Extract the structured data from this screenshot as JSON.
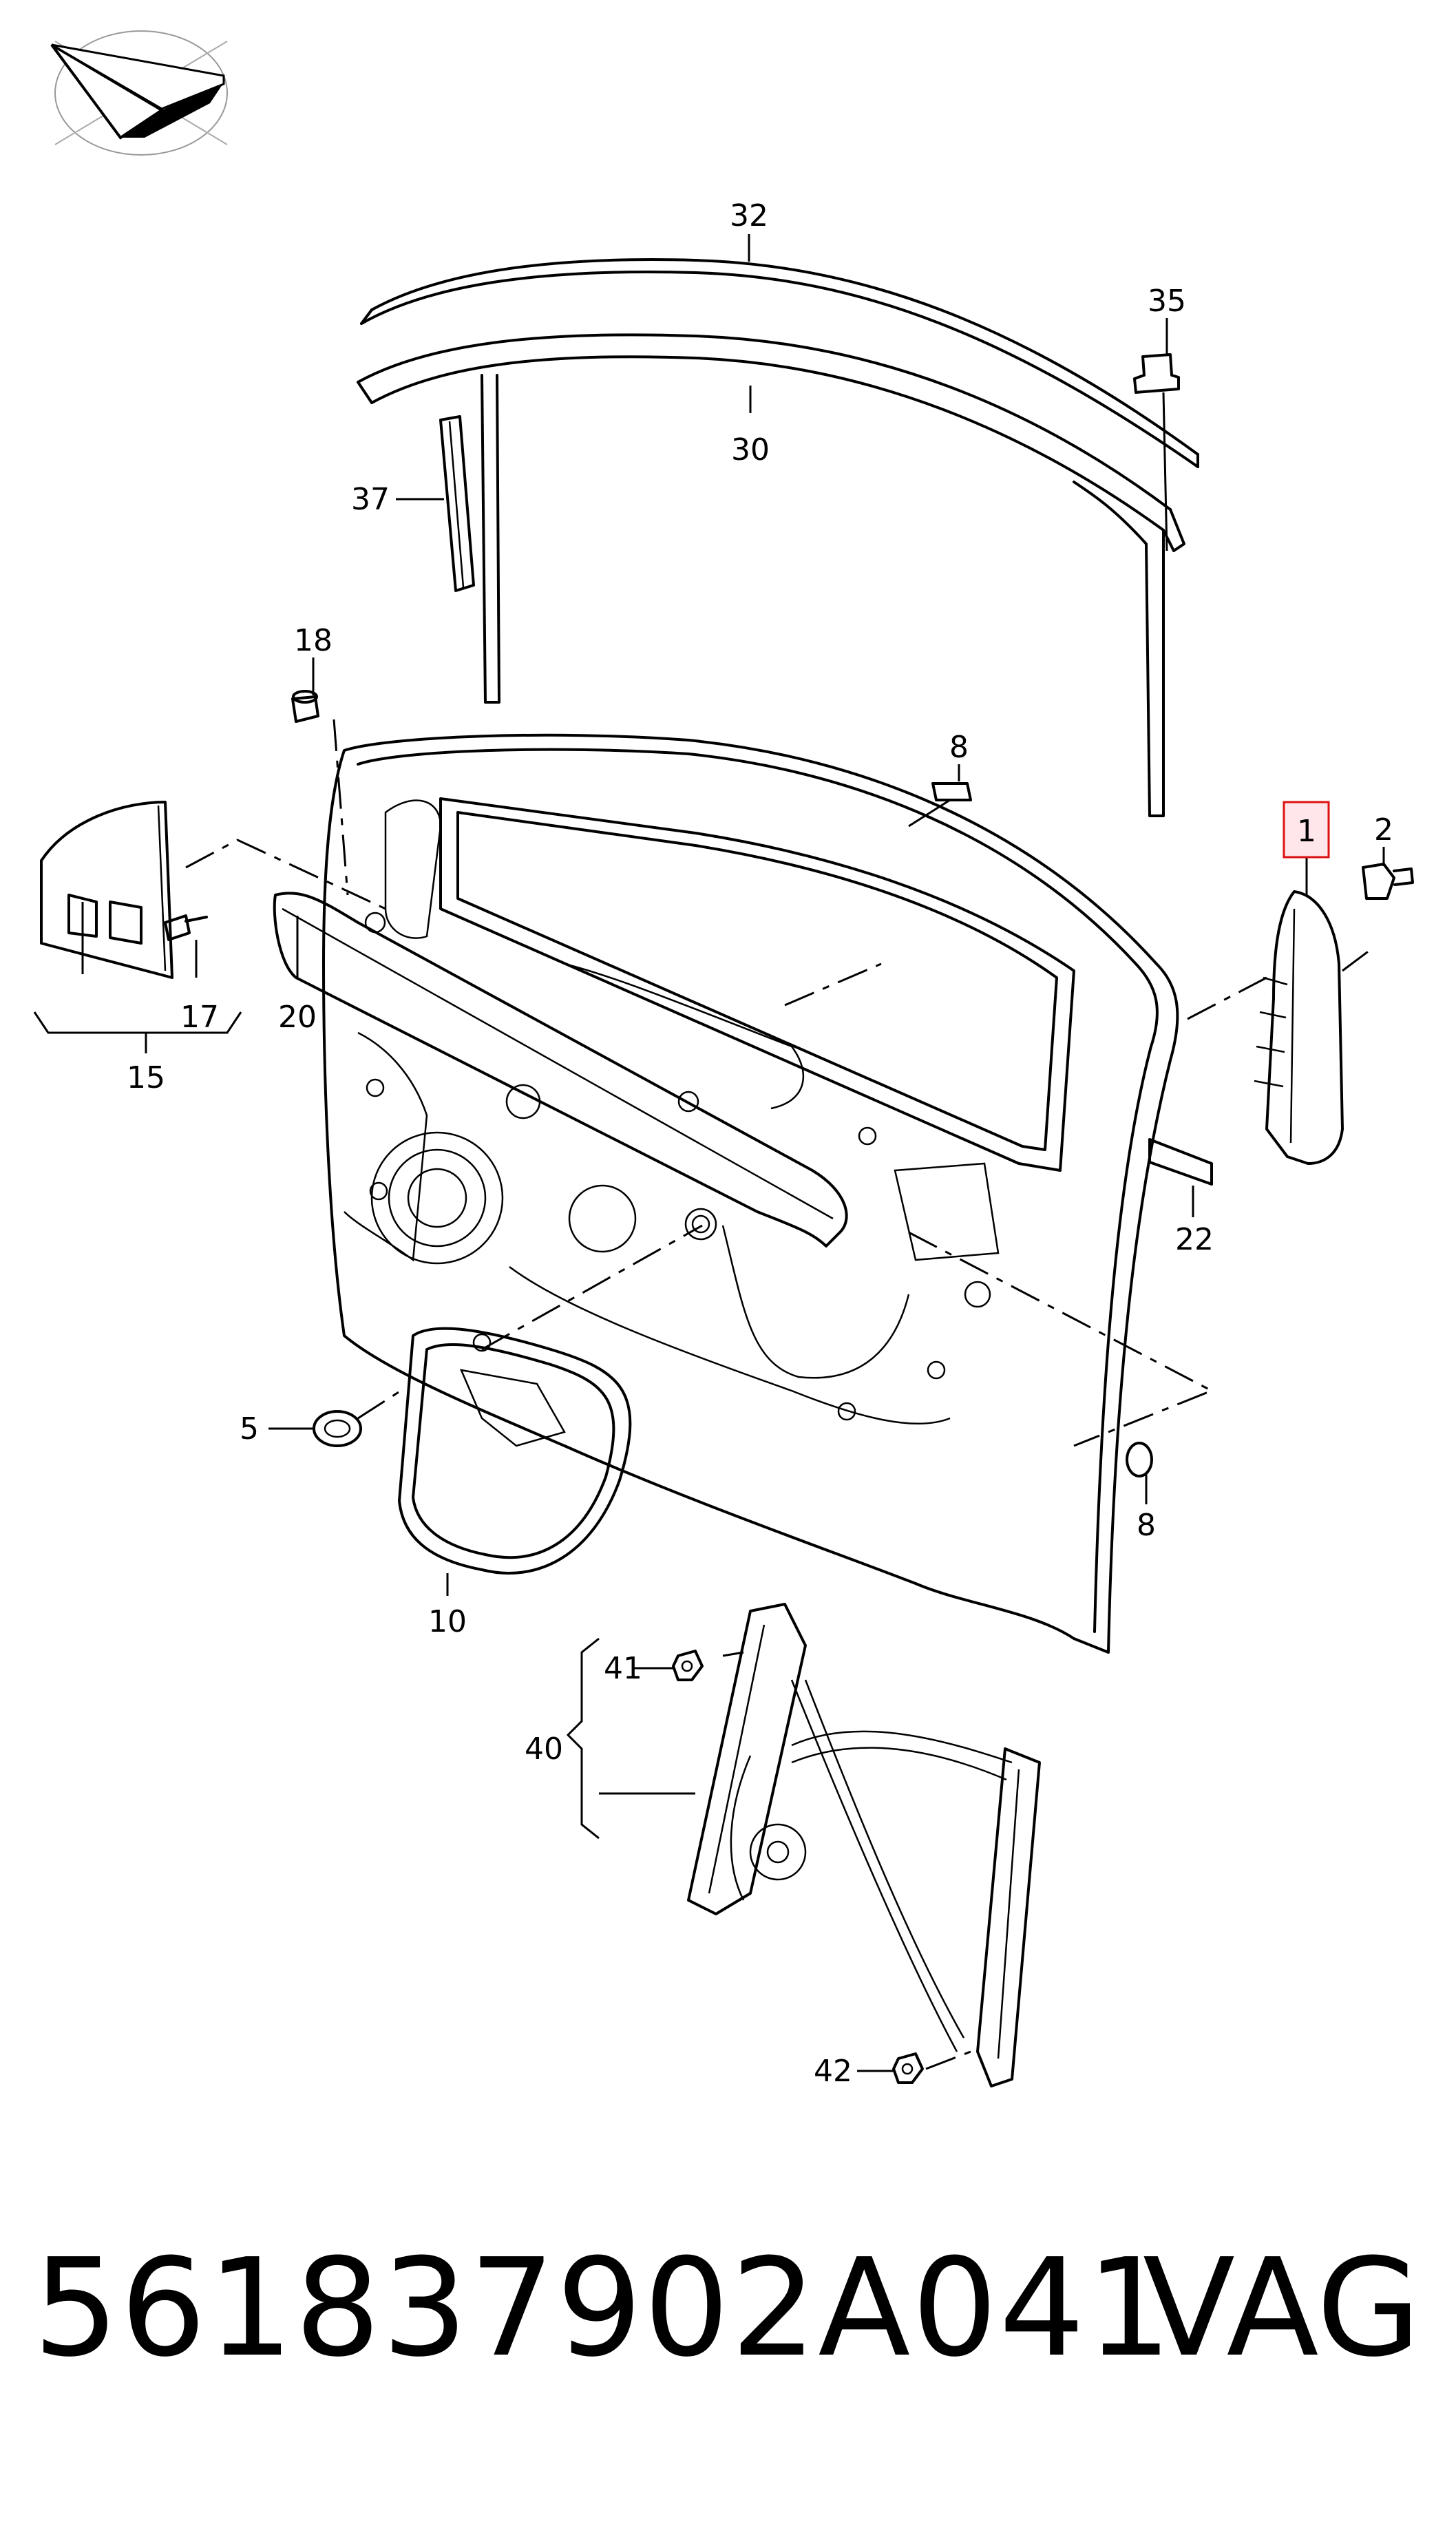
{
  "callouts": {
    "c32": "32",
    "c35": "35",
    "c30": "30",
    "c37": "37",
    "c18": "18",
    "c8a": "8",
    "c1": "1",
    "c2": "2",
    "c17": "17",
    "c20": "20",
    "c15": "15",
    "c22": "22",
    "c5": "5",
    "c8b": "8",
    "c10": "10",
    "c41": "41",
    "c40": "40",
    "c42": "42"
  },
  "highlighted_callout": "1",
  "highlight_color": "#d11111",
  "footer": {
    "part_number": "561837902A041",
    "brand": "VAG"
  }
}
